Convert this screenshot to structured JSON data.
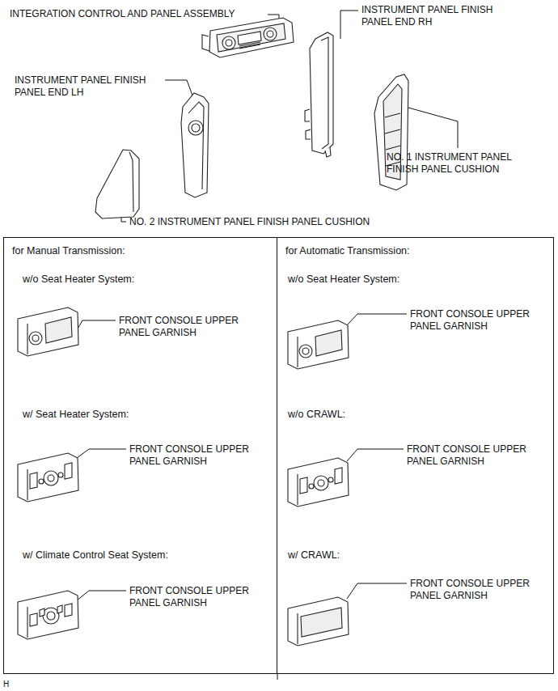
{
  "diagram": {
    "nodes": [
      {
        "text": [
          "for Manual Transmission:"
        ]
      },
      {
        "text": [
          "for Automatic Transmission:"
        ]
      }
    ],
    "labels": [
      "INTEGRATION CONTROL AND PANEL ASSEMBLY",
      "INSTRUMENT PANEL FINISH PANEL END RH",
      "INSTRUMENT PANEL FINISH PANEL END LH",
      "NO. 1 INSTRUMENT PANEL FINISH PANEL CUSHION",
      "NO. 2 INSTRUMENT PANEL FINISH PANEL CUSHION",
      "w/o Seat Heater System:",
      "FRONT CONSOLE UPPER PANEL GARNISH",
      "w/o Seat Heater System:",
      "FRONT CONSOLE UPPER PANEL GARNISH",
      "w/ Seat Heater System:",
      "FRONT CONSOLE UPPER PANEL GARNISH",
      "w/o CRAWL:",
      "FRONT CONSOLE UPPER PANEL GARNISH",
      "w/ Climate Control Seat System:",
      "FRONT CONSOLE UPPER PANEL GARNISH",
      "w/ CRAWL:",
      "FRONT CONSOLE UPPER PANEL GARNISH",
      "H"
    ]
  }
}
